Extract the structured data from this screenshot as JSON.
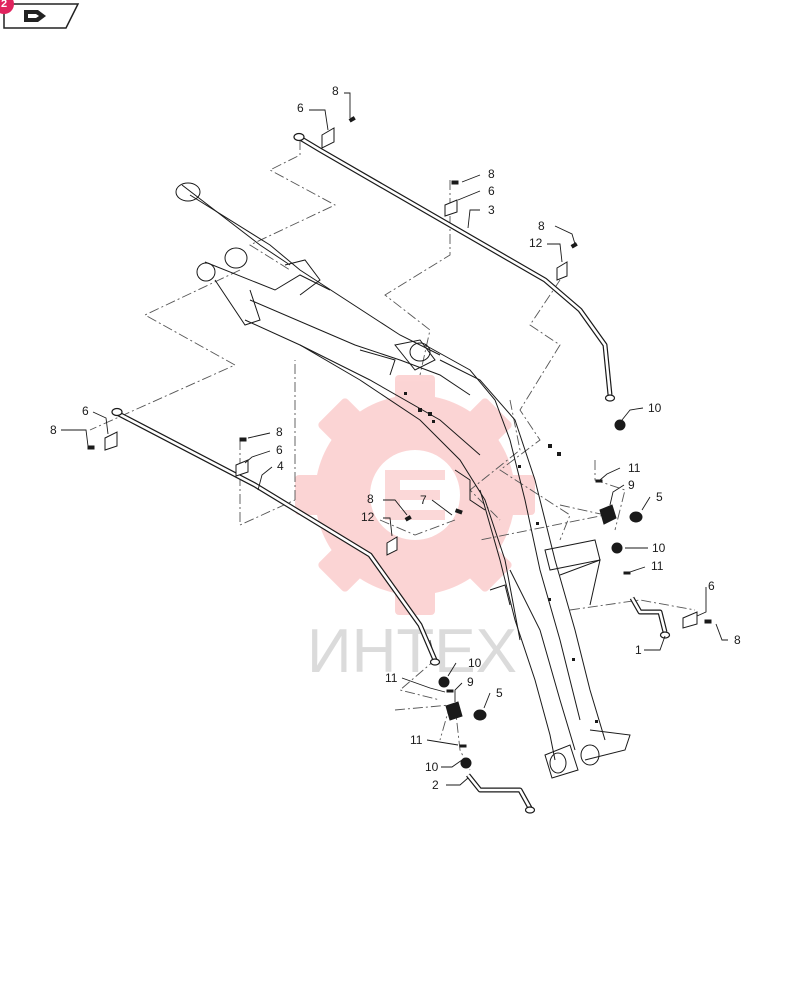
{
  "nav": {
    "badge": "2"
  },
  "watermark": {
    "text": "ИНТЕХ",
    "color": "#f04040"
  },
  "colors": {
    "line": "#1a1a1a",
    "part_fill": "#ffffff",
    "hidden_line": "#555555"
  },
  "callouts": [
    {
      "id": "c01",
      "label": "8"
    },
    {
      "id": "c02",
      "label": "6"
    },
    {
      "id": "c03",
      "label": "8"
    },
    {
      "id": "c04",
      "label": "6"
    },
    {
      "id": "c05",
      "label": "3"
    },
    {
      "id": "c06",
      "label": "8"
    },
    {
      "id": "c07",
      "label": "12"
    },
    {
      "id": "c08",
      "label": "10"
    },
    {
      "id": "c09",
      "label": "6"
    },
    {
      "id": "c10",
      "label": "8"
    },
    {
      "id": "c11",
      "label": "8"
    },
    {
      "id": "c12",
      "label": "6"
    },
    {
      "id": "c13",
      "label": "4"
    },
    {
      "id": "c14",
      "label": "11"
    },
    {
      "id": "c15",
      "label": "9"
    },
    {
      "id": "c16",
      "label": "5"
    },
    {
      "id": "c17",
      "label": "8"
    },
    {
      "id": "c18",
      "label": "7"
    },
    {
      "id": "c19",
      "label": "12"
    },
    {
      "id": "c20",
      "label": "10"
    },
    {
      "id": "c21",
      "label": "11"
    },
    {
      "id": "c22",
      "label": "6"
    },
    {
      "id": "c23",
      "label": "8"
    },
    {
      "id": "c24",
      "label": "1"
    },
    {
      "id": "c25",
      "label": "10"
    },
    {
      "id": "c26",
      "label": "11"
    },
    {
      "id": "c27",
      "label": "9"
    },
    {
      "id": "c28",
      "label": "5"
    },
    {
      "id": "c29",
      "label": "11"
    },
    {
      "id": "c30",
      "label": "10"
    },
    {
      "id": "c31",
      "label": "2"
    }
  ]
}
